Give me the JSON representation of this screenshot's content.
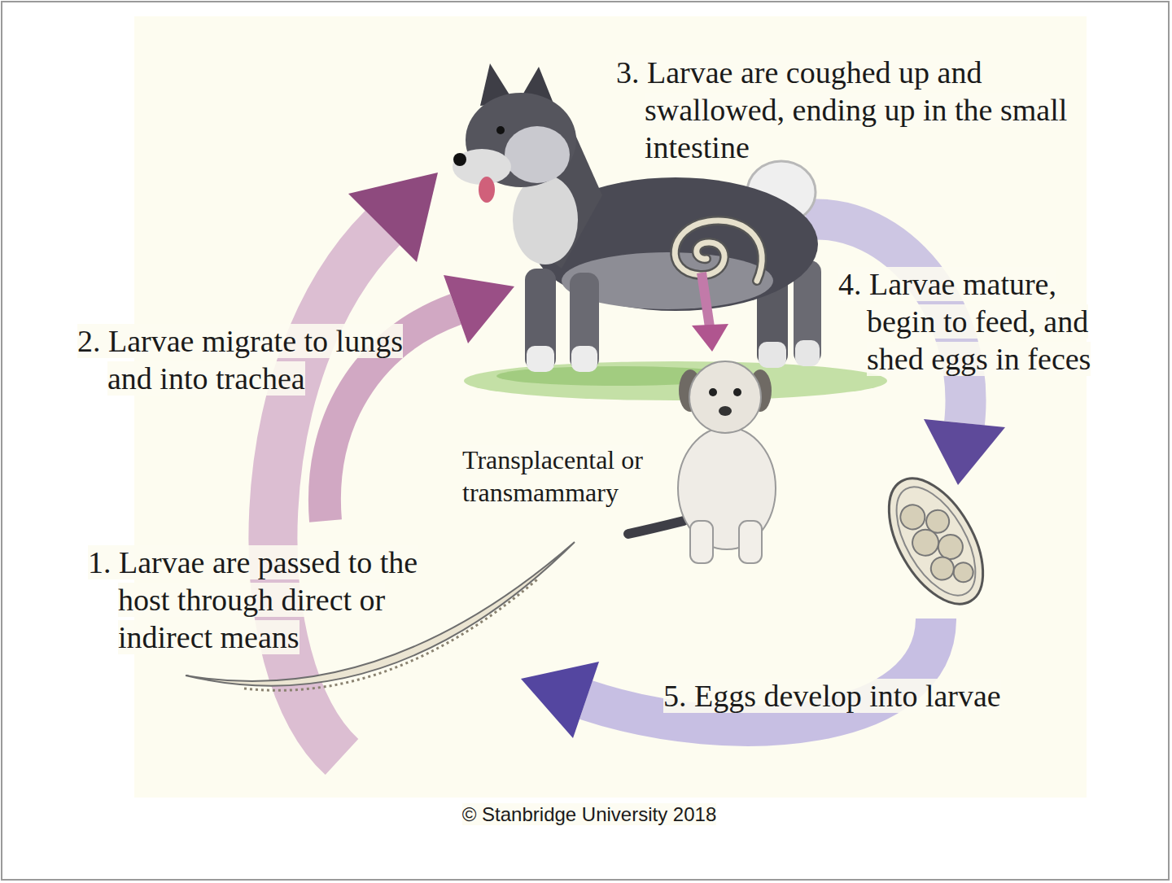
{
  "diagram": {
    "labels": [
      "3. Larvae are coughed up and swallowed, ending up in the small intestine",
      "4. Larvae mature, begin to feed, and shed eggs in feces",
      "2. Larvae migrate to lungs and into trachea",
      "Transplacental or transmammary",
      "1. Larvae are passed to the host through direct or indirect means",
      "5. Eggs develop into larvae",
      "© Stanbridge University 2018"
    ]
  }
}
